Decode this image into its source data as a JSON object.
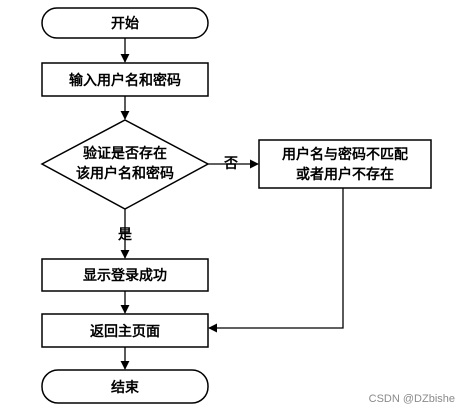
{
  "nodes": {
    "start": "开始",
    "input": "输入用户名和密码",
    "verify_line1": "验证是否存在",
    "verify_line2": "该用户名和密码",
    "error_line1": "用户名与密码不匹配",
    "error_line2": "或者用户不存在",
    "success": "显示登录成功",
    "return": "返回主页面",
    "end": "结束"
  },
  "edges": {
    "no": "否",
    "yes": "是"
  },
  "watermark": "CSDN @DZbishe"
}
